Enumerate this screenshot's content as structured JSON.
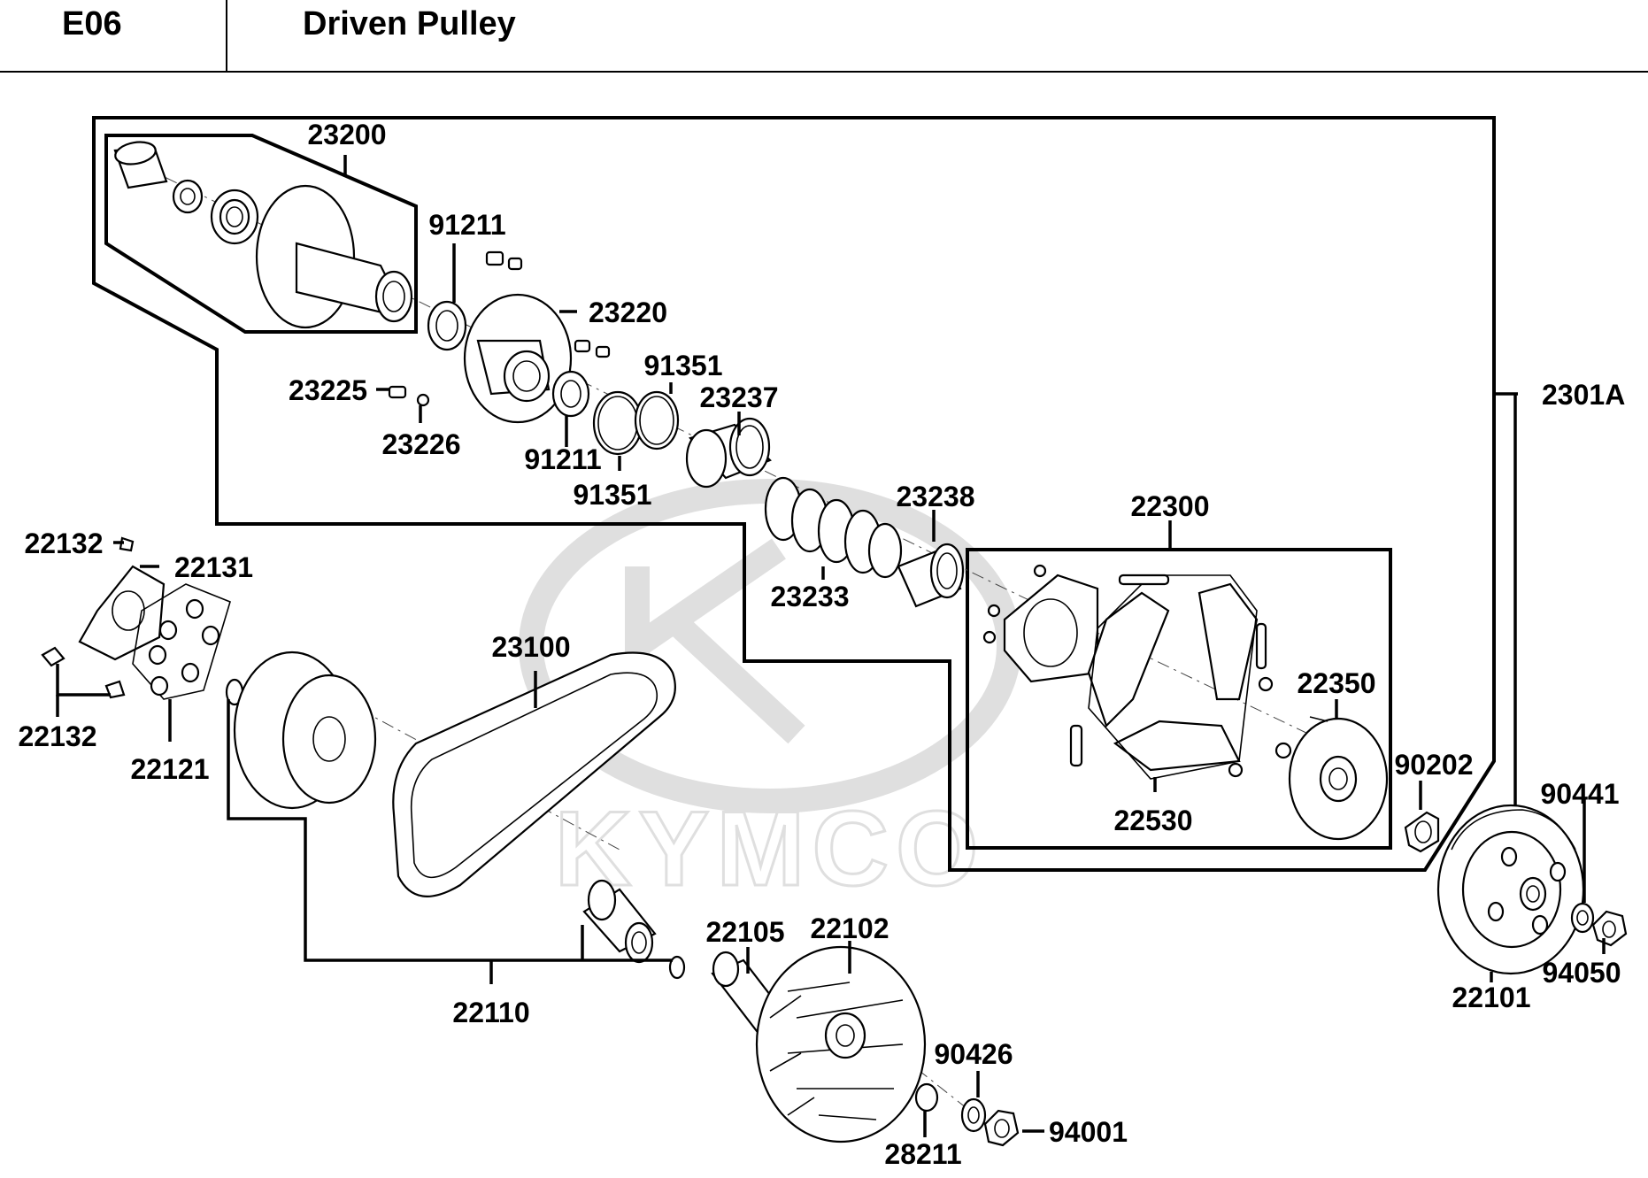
{
  "header": {
    "code": "E06",
    "title": "Driven Pulley"
  },
  "watermark": {
    "text": "KYMCO"
  },
  "colors": {
    "line": "#000000",
    "watermark": "#d9d9d9"
  },
  "parts": {
    "p23200": "23200",
    "p91211_a": "91211",
    "p23220": "23220",
    "p91351_a": "91351",
    "p23225": "23225",
    "p23226": "23226",
    "p23237": "23237",
    "p91211_b": "91211",
    "p91351_b": "91351",
    "p2301A": "2301A",
    "p23238": "23238",
    "p23233": "23233",
    "p22300": "22300",
    "p22350": "22350",
    "p90202": "90202",
    "p22530": "22530",
    "p22132_a": "22132",
    "p22131": "22131",
    "p22132_b": "22132",
    "p22121": "22121",
    "p23100": "23100",
    "p22110": "22110",
    "p22105": "22105",
    "p22102": "22102",
    "p90441": "90441",
    "p94050": "94050",
    "p22101": "22101",
    "p90426": "90426",
    "p94001": "94001",
    "p28211": "28211"
  }
}
